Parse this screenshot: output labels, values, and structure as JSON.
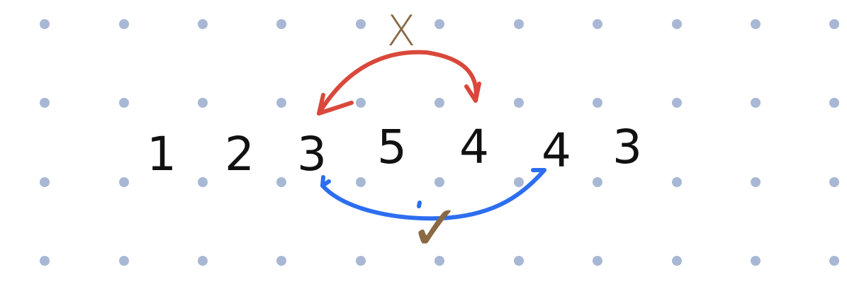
{
  "sequence": [
    "1",
    "2",
    "3",
    "5",
    "4",
    "4",
    "3"
  ],
  "marks": {
    "wrong": "X",
    "right": "✓"
  },
  "colors": {
    "background": "#ffffff",
    "dots": "#a8b8d4",
    "digits": "#111111",
    "wrong_arrow": "#d9483b",
    "right_arrow": "#2d6ef0",
    "marks": "#8a6a44"
  },
  "icons": {
    "wrong_mark": "cross-mark-icon",
    "right_mark": "check-mark-icon"
  }
}
